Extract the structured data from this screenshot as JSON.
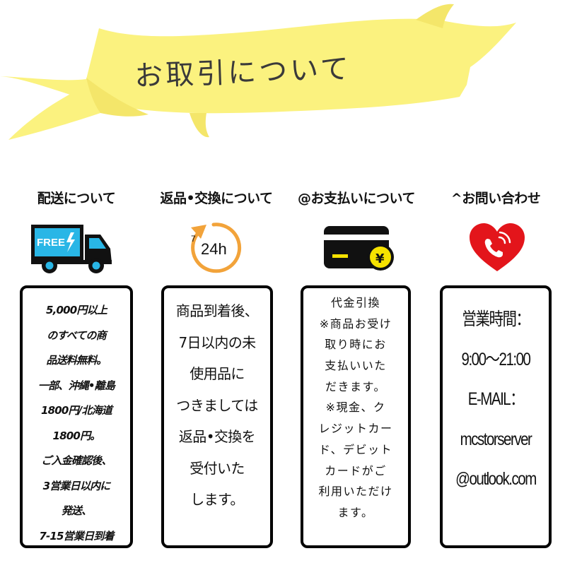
{
  "banner": {
    "title": "お取引について",
    "color": "#FBF27F"
  },
  "sections": [
    {
      "heading": "配送について",
      "icon": "delivery-truck-icon",
      "icon_text": "FREE",
      "lines": [
        "5,000円以上",
        "のすべての商",
        "品送料無料。",
        "一部、沖縄•離島",
        "1800円/北海道",
        "1800円。",
        "ご入金確認後、",
        "3営業日以内に",
        "発送、",
        "7-15営業日到着"
      ]
    },
    {
      "heading": "返品•交換について",
      "icon": "clock-arrow-icon",
      "icon_text": "24h",
      "icon_small_text": "7",
      "lines": [
        "商品到着後、",
        "7日以内の未",
        "使用品に",
        "つきましては",
        "返品•交換を",
        "受付いた",
        "します。"
      ]
    },
    {
      "heading": "@お支払いについて",
      "icon": "card-yen-icon",
      "icon_text": "¥",
      "lines": [
        "代金引換",
        "※商品お受け",
        "取り時にお",
        "支払いいた",
        "だきます。",
        "※現金、ク",
        "レジットカー",
        "ド、デビット",
        "カードがご",
        "利用いただけ",
        "ます。"
      ]
    },
    {
      "heading": "^お問い合わせ",
      "icon": "heart-phone-icon",
      "lines": [
        "営業時間：",
        "9:00～21:00",
        "E-MAIL：",
        "mcstorserver",
        "@outlook.com"
      ]
    }
  ],
  "colors": {
    "truck": "#29B6E6",
    "clock": "#F2A33A",
    "card": "#111111",
    "coin": "#F6E200",
    "heart": "#E3151B"
  }
}
